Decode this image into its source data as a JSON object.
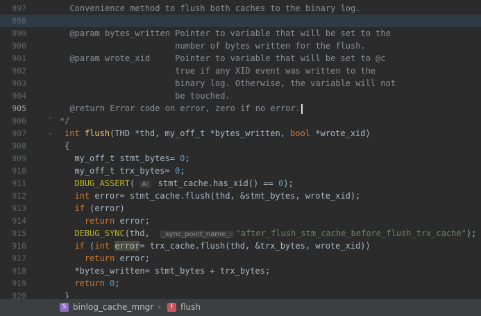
{
  "lines": [
    {
      "num": "897",
      "comment": "  Convenience method to flush both caches to the binary log."
    },
    {
      "num": "898",
      "comment": ""
    },
    {
      "num": "899",
      "comment": "  @param bytes_written Pointer to variable that will be set to the"
    },
    {
      "num": "900",
      "comment": "                       number of bytes written for the flush."
    },
    {
      "num": "901",
      "comment": "  @param wrote_xid     Pointer to variable that will be set to @c"
    },
    {
      "num": "902",
      "comment": "                       true if any XID event was written to the"
    },
    {
      "num": "903",
      "comment": "                       binary log. Otherwise, the variable will not"
    },
    {
      "num": "904",
      "comment": "                       be touched."
    },
    {
      "num": "905",
      "comment": "  @return Error code on error, zero if no error."
    },
    {
      "num": "906",
      "comment": "*/"
    },
    {
      "num": "907"
    },
    {
      "num": "908"
    },
    {
      "num": "909"
    },
    {
      "num": "910"
    },
    {
      "num": "911"
    },
    {
      "num": "912"
    },
    {
      "num": "913"
    },
    {
      "num": "914"
    },
    {
      "num": "915"
    },
    {
      "num": "916"
    },
    {
      "num": "917"
    },
    {
      "num": "918"
    },
    {
      "num": "919"
    },
    {
      "num": "920"
    }
  ],
  "code": {
    "l907": {
      "kw_int": "int",
      "fn": "flush",
      "p1": "(THD *thd, my_off_t *bytes_written, ",
      "kw_bool": "bool",
      "p2": " *wrote_xid)"
    },
    "l908": "{",
    "l909": {
      "a": "  my_off_t stmt_bytes= ",
      "n": "0",
      "b": ";"
    },
    "l910": {
      "a": "  my_off_t trx_bytes= ",
      "n": "0",
      "b": ";"
    },
    "l911": {
      "macro": "DBUG_ASSERT",
      "a": "(",
      "hint": "A:",
      "b": " stmt_cache",
      "c": ".has_xid() == ",
      "n": "0",
      "d": ");"
    },
    "l912": {
      "kw": "int",
      "a": " error= stmt_cache.flush(thd, &stmt_bytes, wrote_xid);"
    },
    "l913": {
      "kw": "if",
      "a": " (error)"
    },
    "l914": {
      "kw": "return",
      "a": " error;"
    },
    "l915": {
      "macro": "DEBUG_SYNC",
      "a": "(thd, ",
      "hint": "_sync_point_name_:",
      "str": "\"after_flush_stm_cache_before_flush_trx_cache\"",
      "b": ");"
    },
    "l916": {
      "kw_if": "if",
      "a": " (",
      "kw_int": "int",
      "b": " ",
      "var": "error",
      "c": "= trx_cache.flush(thd, &trx_bytes, wrote_xid))"
    },
    "l917": {
      "kw": "return",
      "a": " error;"
    },
    "l918": "  *bytes_written= stmt_bytes + trx_bytes;",
    "l919": {
      "kw": "return",
      "n": "0",
      "b": ";"
    },
    "l920": "}"
  },
  "breadcrumbs": [
    {
      "icon": "S",
      "label": "binlog_cache_mngr",
      "icon_color": "#8a6bbf"
    },
    {
      "icon": "f",
      "label": "flush",
      "icon_color": "#c9565c"
    }
  ],
  "separator": "›"
}
